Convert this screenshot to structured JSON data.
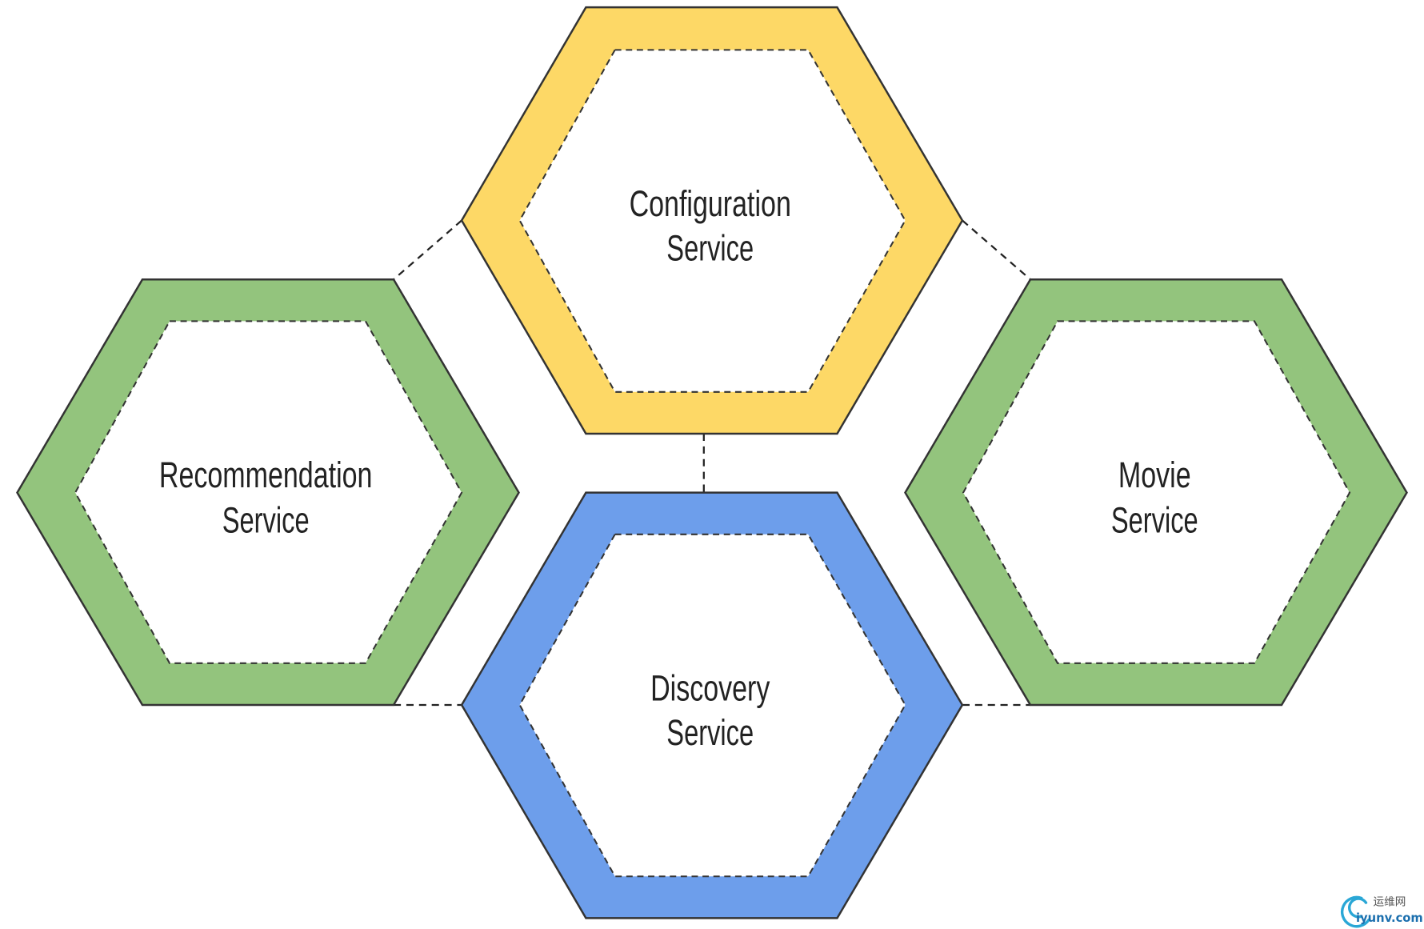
{
  "nodes": [
    {
      "id": "configuration",
      "lines": [
        "Configuration",
        "Service"
      ],
      "ring_color": "#FDD866"
    },
    {
      "id": "recommendation",
      "lines": [
        "Recommendation",
        "Service"
      ],
      "ring_color": "#93C47D"
    },
    {
      "id": "discovery",
      "lines": [
        "Discovery",
        "Service"
      ],
      "ring_color": "#6D9EEB"
    },
    {
      "id": "movie",
      "lines": [
        "Movie",
        "Service"
      ],
      "ring_color": "#93C47D"
    }
  ],
  "edges": [
    {
      "from": "configuration",
      "to": "recommendation"
    },
    {
      "from": "configuration",
      "to": "movie"
    },
    {
      "from": "configuration",
      "to": "discovery"
    },
    {
      "from": "recommendation",
      "to": "discovery"
    },
    {
      "from": "discovery",
      "to": "movie"
    }
  ],
  "colors": {
    "outline": "#333333",
    "connector": "#222222",
    "watermark_logo": "#2aa7d6"
  },
  "watermark": {
    "brand": "运维网",
    "site": "iyunv.com"
  }
}
